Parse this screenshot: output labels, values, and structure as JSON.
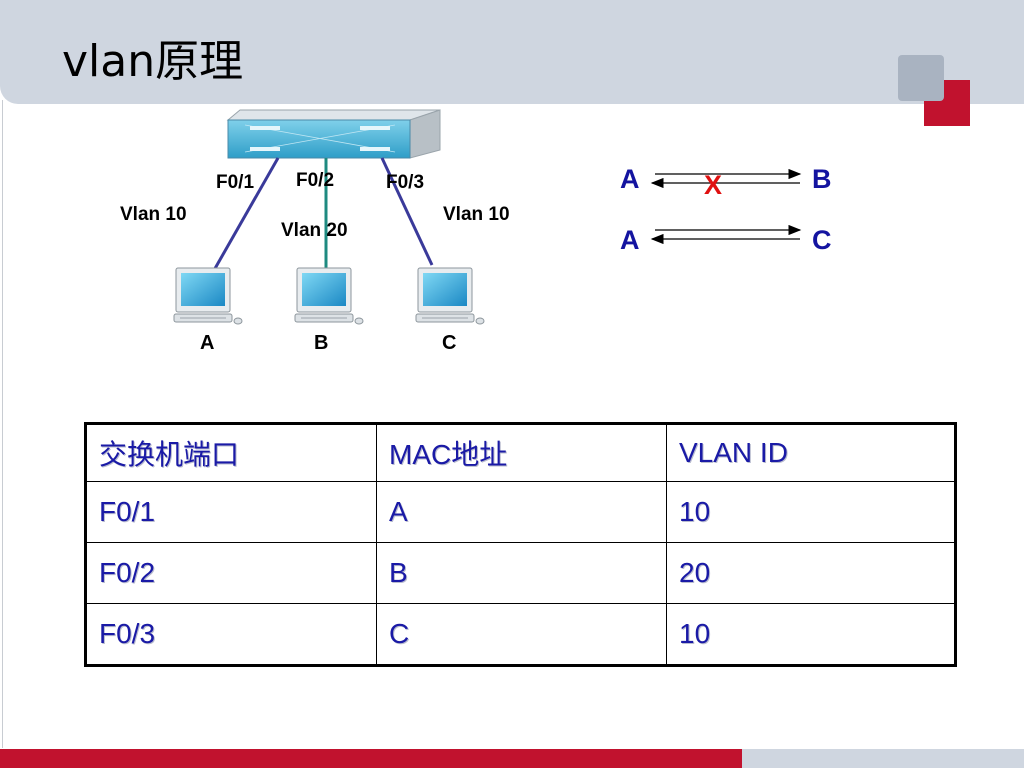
{
  "slide": {
    "title": "vlan原理"
  },
  "diagram": {
    "ports": [
      "F0/1",
      "F0/2",
      "F0/3"
    ],
    "vlan_labels": [
      "Vlan 10",
      "Vlan 20",
      "Vlan 10"
    ],
    "hosts": [
      "A",
      "B",
      "C"
    ],
    "link_colors": {
      "vlan10": "#3a3a9a",
      "vlan20": "#1e8a80"
    },
    "flows": [
      {
        "from": "A",
        "to": "B",
        "blocked": true,
        "mark": "X"
      },
      {
        "from": "A",
        "to": "C",
        "blocked": false
      }
    ],
    "flow_text_color": "#1414a0",
    "block_color": "#e01010"
  },
  "table": {
    "headers": [
      "交换机端口",
      "MAC地址",
      "VLAN  ID"
    ],
    "rows": [
      [
        "F0/1",
        "A",
        "10"
      ],
      [
        "F0/2",
        "B",
        "20"
      ],
      [
        "F0/3",
        "C",
        "10"
      ]
    ]
  }
}
